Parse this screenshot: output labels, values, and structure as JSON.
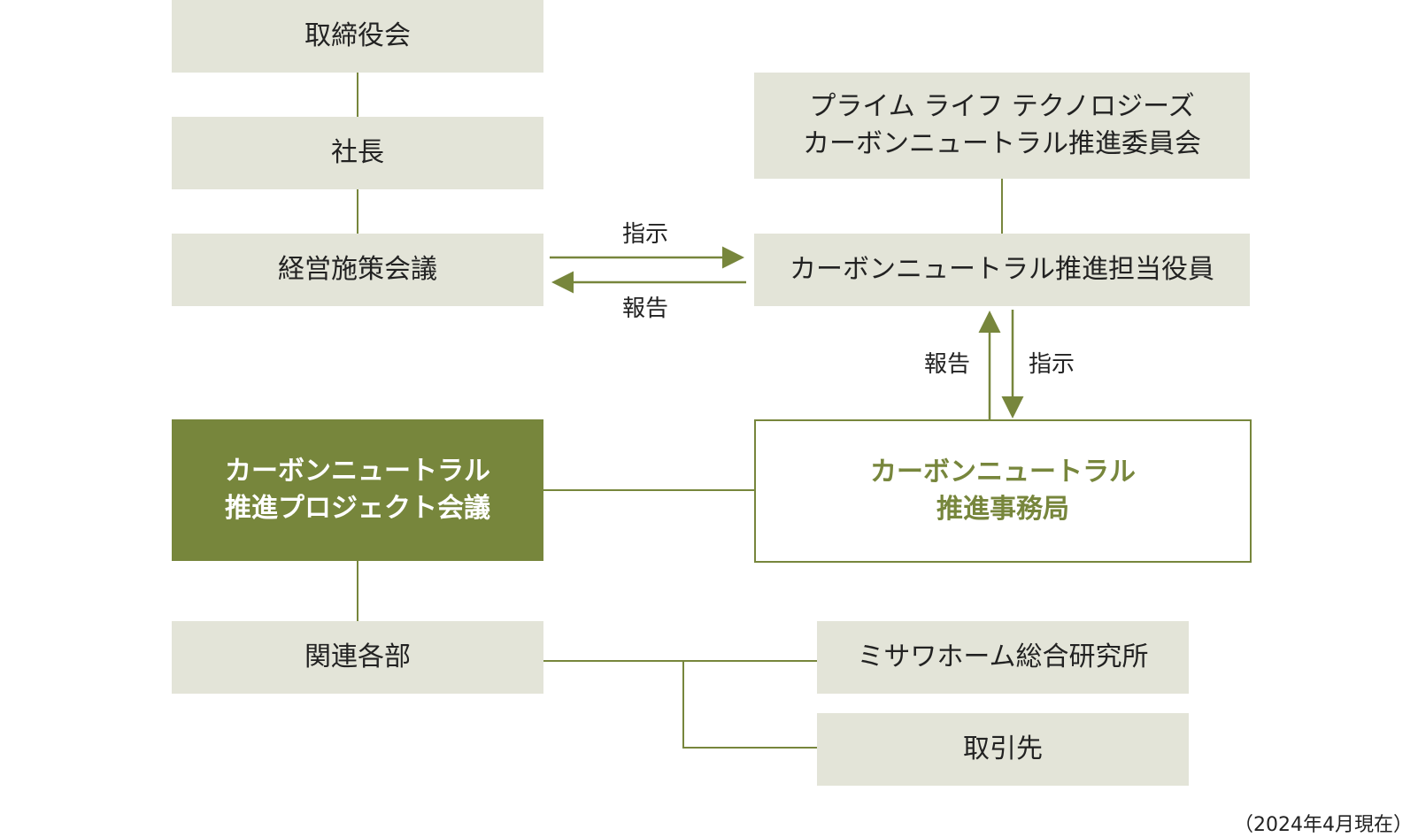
{
  "diagram": {
    "nodes": {
      "board": "取締役会",
      "president": "社長",
      "management_meeting": "経営施策会議",
      "committee": [
        "プライム ライフ テクノロジーズ",
        "カーボンニュートラル推進委員会"
      ],
      "officer": "カーボンニュートラル推進担当役員",
      "project_meeting": [
        "カーボンニュートラル",
        "推進プロジェクト会議"
      ],
      "secretariat": [
        "カーボンニュートラル",
        "推進事務局"
      ],
      "related_departments": "関連各部",
      "institute": "ミサワホーム総合研究所",
      "suppliers": "取引先"
    },
    "arrows": {
      "instruction_top": "指示",
      "report_top": "報告",
      "report_right": "報告",
      "instruction_right": "指示"
    },
    "note": "（2024年4月現在）",
    "colors": {
      "box_fill": "#e3e4d8",
      "accent": "#77863c",
      "text": "#222222"
    }
  }
}
